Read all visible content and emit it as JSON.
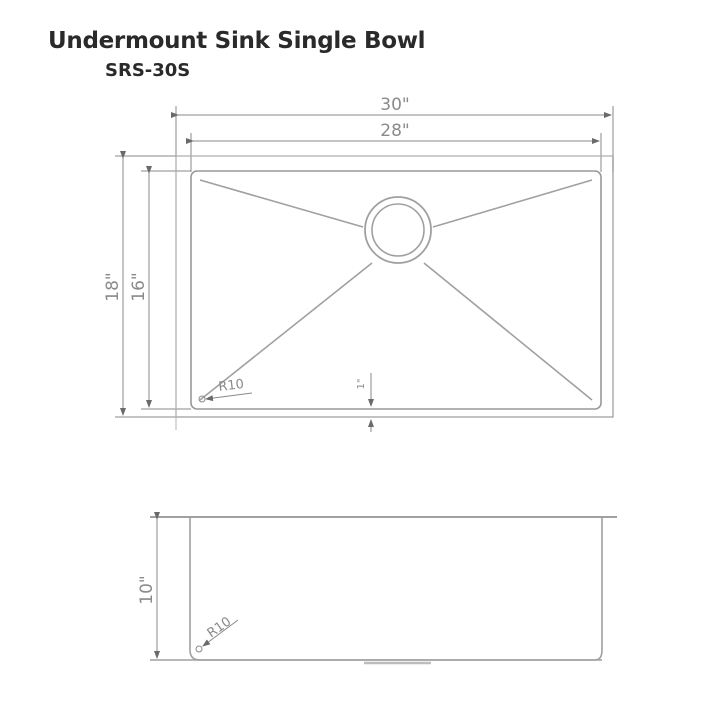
{
  "header": {
    "title": "Undermount Sink Single Bowl",
    "model": "SRS-30S"
  },
  "colors": {
    "line": "#9a9a9a",
    "dim_line": "#7a7a7a",
    "text": "#2a2a2a",
    "dim_text": "#8a8a8a"
  },
  "top_view": {
    "overall_width": "30\"",
    "bowl_width": "28\"",
    "overall_depth": "18\"",
    "bowl_depth": "16\"",
    "corner_radius": "R10",
    "offset": "1\""
  },
  "side_view": {
    "bowl_height": "10\"",
    "corner_radius": "R10"
  }
}
